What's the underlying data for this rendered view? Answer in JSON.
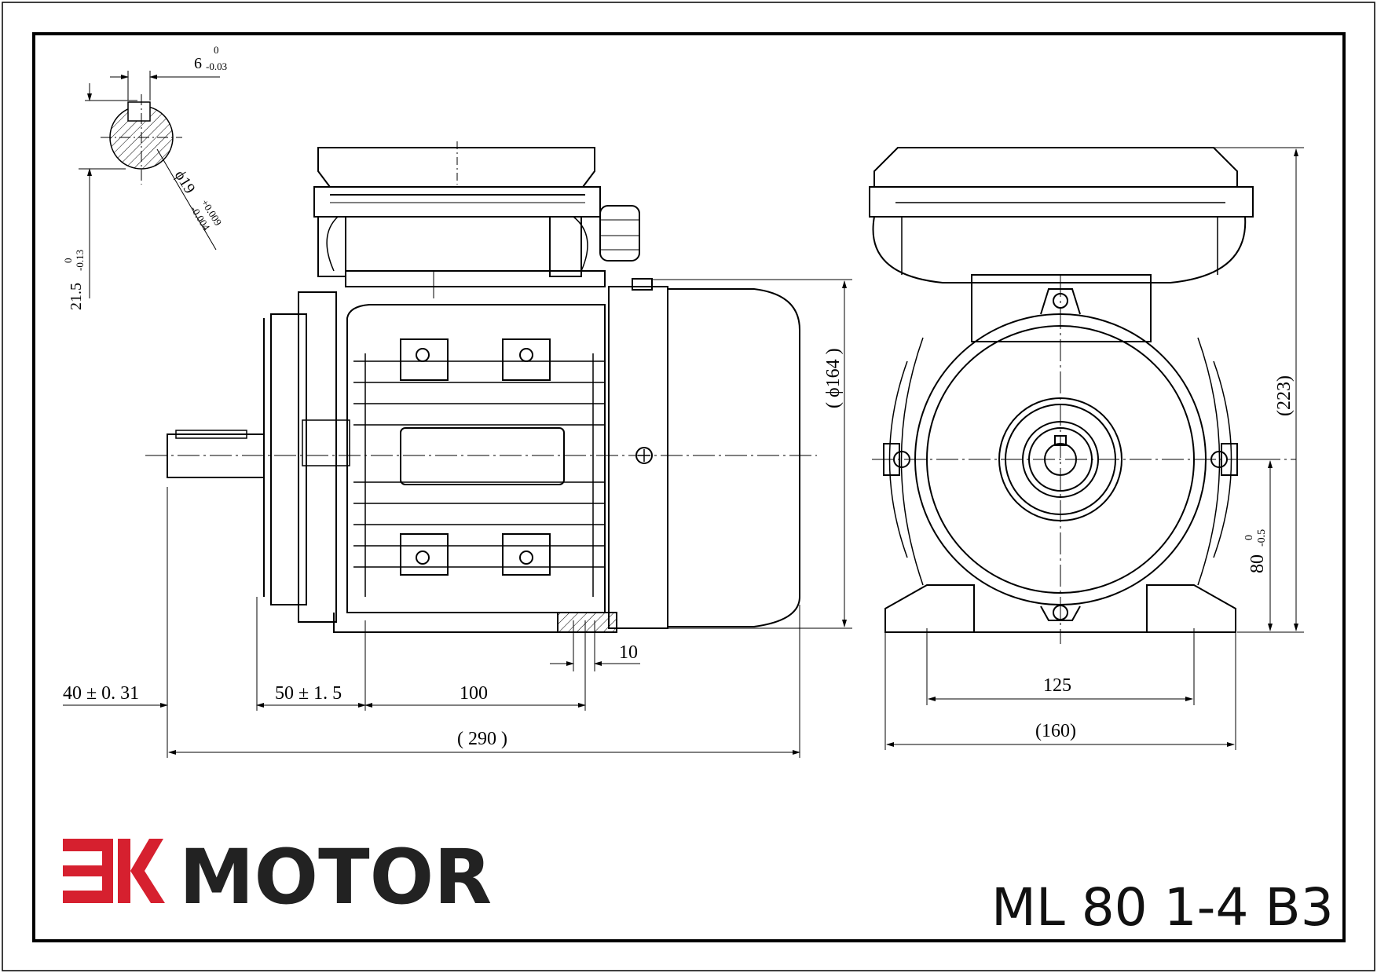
{
  "brand": {
    "logo_mark": "EK",
    "name": "MOTOR",
    "accent_color": "#d6202f",
    "text_color": "#222222"
  },
  "model": "ML 80 1-4 B3",
  "dimensions": {
    "key_width": "6",
    "key_width_tol_upper": "0",
    "key_width_tol_lower": "-0.03",
    "key_height": "21.5",
    "key_height_tol_upper": "0",
    "key_height_tol_lower": "-0.13",
    "shaft_dia": "ϕ19",
    "shaft_dia_tol_upper": "+0.009",
    "shaft_dia_tol_lower": "-0.004",
    "shaft_len": "40 ± 0. 31",
    "flange_to_foot": "50 ± 1. 5",
    "foot_spacing_side": "100",
    "foot_hole": "10",
    "overall_len": "( 290 )",
    "frame_dia": "( ϕ164 )",
    "foot_spacing_front": "125",
    "base_width": "(160)",
    "overall_height": "(223)",
    "shaft_height": "80",
    "shaft_height_tol_upper": "0",
    "shaft_height_tol_lower": "-0.5"
  }
}
